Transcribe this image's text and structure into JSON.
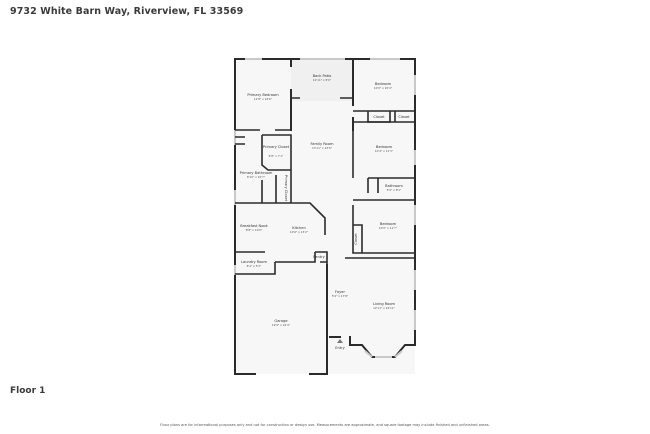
{
  "header": {
    "address": "9732 White Barn Way, Riverview, FL 33569"
  },
  "floor": {
    "label": "Floor 1"
  },
  "footer": {
    "disclaimer": "Floor plans are for informational purposes only and not for construction or design use. Measurements are approximate, and square footage may include finished and unfinished areas."
  },
  "colors": {
    "wall": "#2b2b2b",
    "floor": "#f7f7f7",
    "window": "#c9c9c9",
    "patio": "#f0f0f0"
  },
  "rooms": {
    "primary_bedroom": {
      "name": "Primary Bedroom",
      "dim": "12'8\" x 16'6\""
    },
    "back_patio": {
      "name": "Back Patio",
      "dim": "12'11\" x 8'0\""
    },
    "bedroom_1": {
      "name": "Bedroom",
      "dim": "10'0\" x 10'4\""
    },
    "closet_1": {
      "name": "Closet"
    },
    "closet_2": {
      "name": "Closet"
    },
    "primary_closet": {
      "name": "Primary Closet",
      "dim": "6'8\" x 7'1\""
    },
    "family_room": {
      "name": "Family Room",
      "dim": "13'11\" x 23'9\""
    },
    "bedroom_2": {
      "name": "Bedroom",
      "dim": "10'4\" x 11'3\""
    },
    "primary_bathroom": {
      "name": "Primary Bathroom",
      "dim": "8'10\" x 10'7\""
    },
    "primary_closet_2": {
      "name": "Primary Closet"
    },
    "bathroom": {
      "name": "Bathroom",
      "dim": "5'0\" x 8'1\""
    },
    "breakfast_nook": {
      "name": "Breakfast Nook",
      "dim": "8'8\" x 10'0\""
    },
    "kitchen": {
      "name": "Kitchen",
      "dim": "10'6\" x 13'2\""
    },
    "bedroom_3": {
      "name": "Bedroom",
      "dim": "10'0\" x 11'7\""
    },
    "closet_3": {
      "name": "Closet"
    },
    "laundry_room": {
      "name": "Laundry Room",
      "dim": "8'4\" x 5'3\""
    },
    "pantry": {
      "name": "Pantry"
    },
    "foyer": {
      "name": "Foyer",
      "dim": "5'6\" x 17'8\""
    },
    "garage": {
      "name": "Garage",
      "dim": "19'9\" x 22'4\""
    },
    "living_room": {
      "name": "Living Room",
      "dim": "12'11\" x 22'11\""
    },
    "entry": {
      "name": "Entry",
      "icon": "entry-arrow-icon"
    }
  }
}
